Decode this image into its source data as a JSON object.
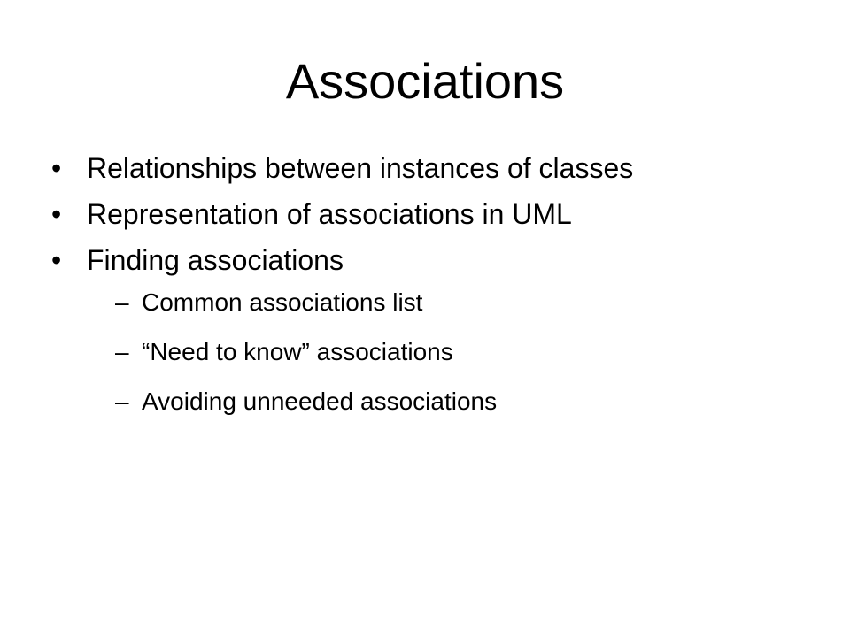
{
  "slide": {
    "title": "Associations",
    "bullets": [
      {
        "text": "Relationships between instances of classes"
      },
      {
        "text": "Representation of associations in UML"
      },
      {
        "text": "Finding associations",
        "subitems": [
          "Common associations list",
          "“Need to know” associations",
          "Avoiding unneeded associations"
        ]
      }
    ],
    "bullet_symbol": "•",
    "sub_symbol": "–"
  }
}
